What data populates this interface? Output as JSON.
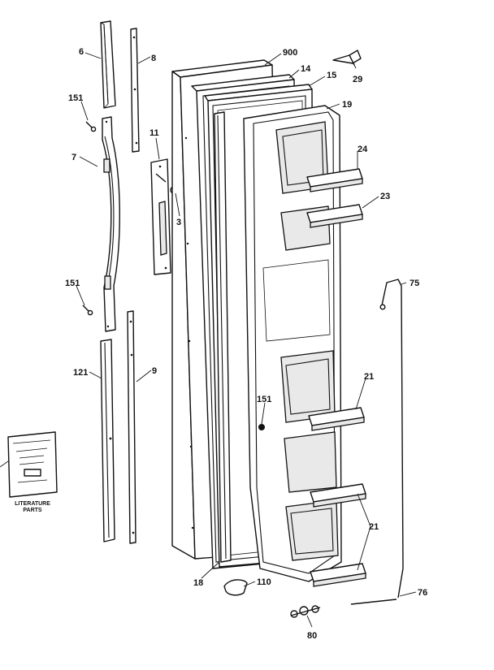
{
  "diagram": {
    "callouts": {
      "p6": "6",
      "p8": "8",
      "p900": "900",
      "p14": "14",
      "p15": "15",
      "p29": "29",
      "p151_top": "151",
      "p19": "19",
      "p11": "11",
      "p7": "7",
      "p24": "24",
      "p3": "3",
      "p23": "23",
      "p151_mid": "151",
      "p75": "75",
      "p121": "121",
      "p9": "9",
      "p21_a": "21",
      "p151_center": "151",
      "p21_b": "21",
      "p18": "18",
      "p110": "110",
      "p76": "76",
      "p80": "80"
    },
    "literature": {
      "caption_line1": "LITERATURE",
      "caption_line2": "PARTS"
    }
  }
}
